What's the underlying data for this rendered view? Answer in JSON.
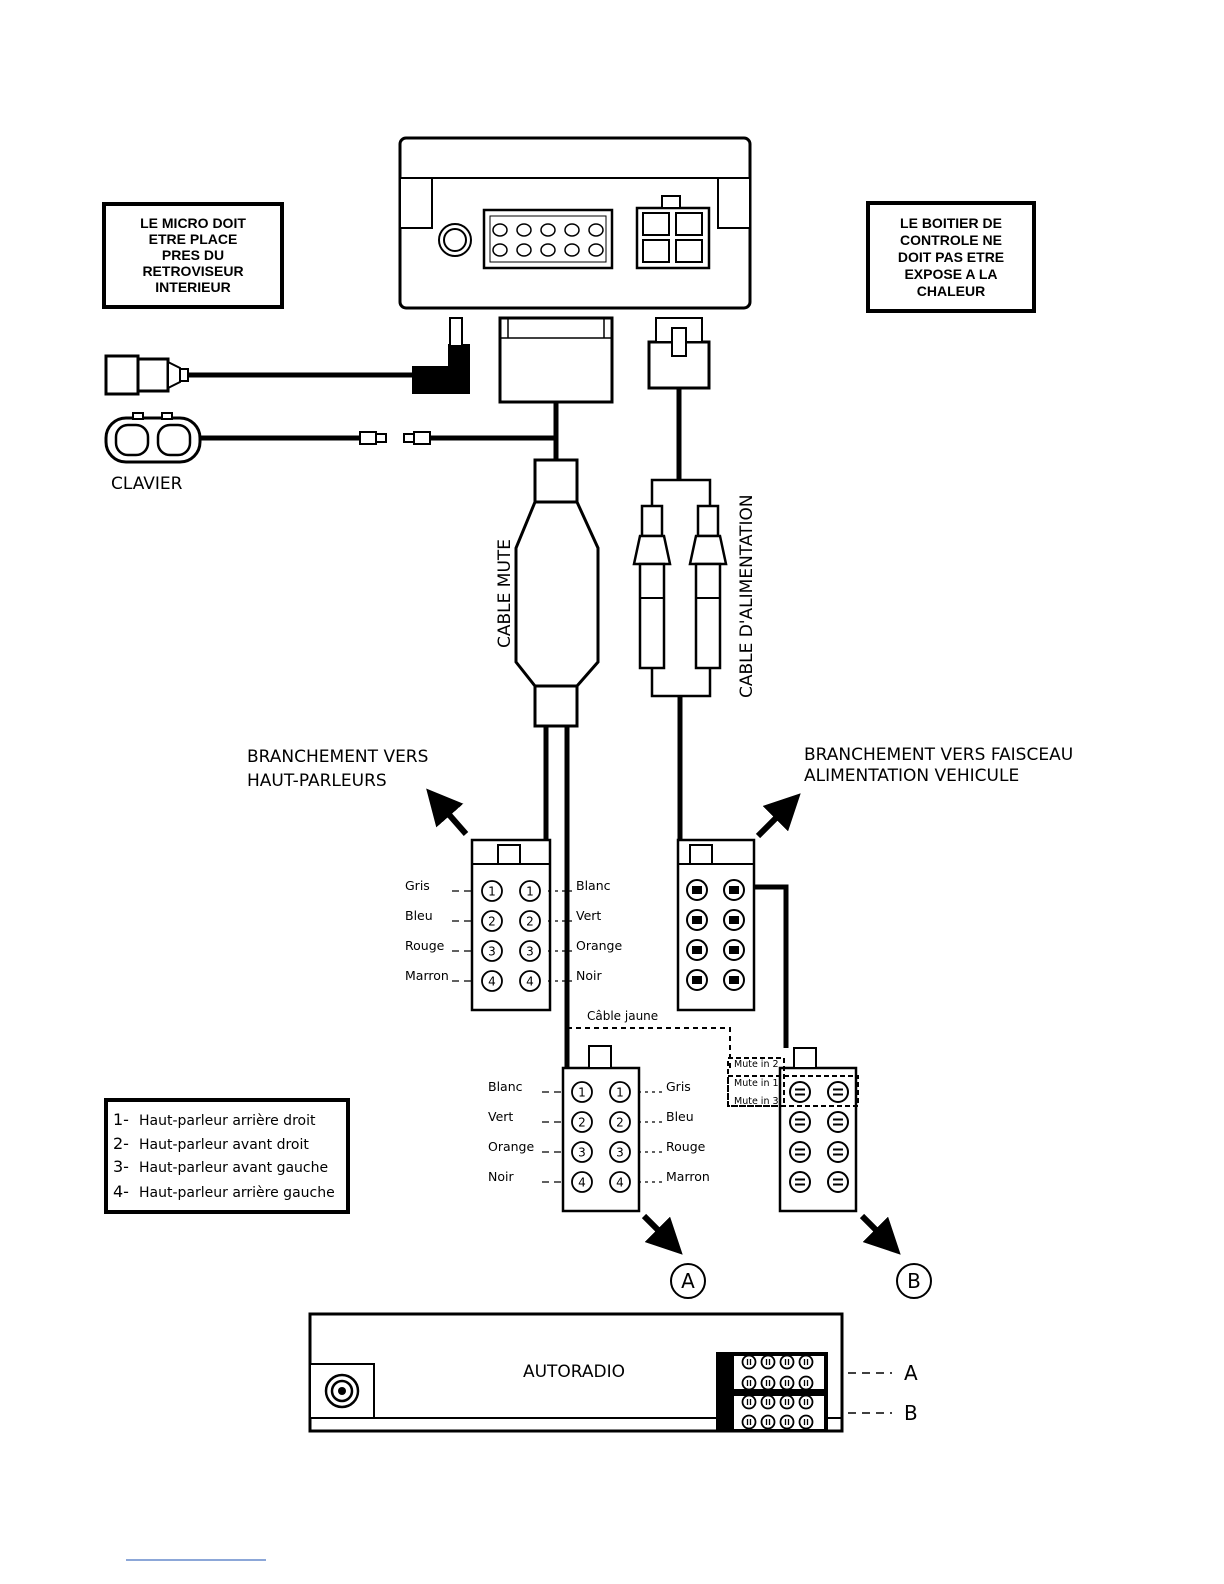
{
  "notes": {
    "micro": [
      "LE MICRO DOIT",
      "ETRE PLACE",
      "PRES DU",
      "RETROVISEUR",
      "INTERIEUR"
    ],
    "boitier": [
      "LE BOITIER DE",
      "CONTROLE NE",
      "DOIT PAS ETRE",
      "EXPOSE A LA",
      "CHALEUR"
    ]
  },
  "clavier_label": "CLAVIER",
  "cable_mute_label": "CABLE MUTE",
  "cable_alim_label": "CABLE D'ALIMENTATION",
  "branchement_hp": [
    "BRANCHEMENT VERS",
    "HAUT-PARLEURS"
  ],
  "branchement_alim": [
    "BRANCHEMENT VERS FAISCEAU",
    "ALIMENTATION VEHICULE"
  ],
  "hp_connector": {
    "left": [
      "Gris",
      "Bleu",
      "Rouge",
      "Marron"
    ],
    "right": [
      "Blanc",
      "Vert",
      "Orange",
      "Noir"
    ],
    "pins": [
      "1",
      "2",
      "3",
      "4"
    ]
  },
  "a_connector": {
    "left": [
      "Blanc",
      "Vert",
      "Orange",
      "Noir"
    ],
    "right": [
      "Gris",
      "Bleu",
      "Rouge",
      "Marron"
    ],
    "pins": [
      "1",
      "2",
      "3",
      "4"
    ]
  },
  "cable_jaune": "Câble jaune",
  "mute_labels": [
    "Mute in 2",
    "Mute in 1",
    "Mute in 3"
  ],
  "legend": [
    {
      "num": "1-",
      "text": "Haut-parleur arrière droit"
    },
    {
      "num": "2-",
      "text": "Haut-parleur avant droit"
    },
    {
      "num": "3-",
      "text": "Haut-parleur avant gauche"
    },
    {
      "num": "4-",
      "text": "Haut-parleur arrière gauche"
    }
  ],
  "marker_a": "A",
  "marker_b": "B",
  "autoradio_label": "AUTORADIO",
  "autoradio_a": "A",
  "autoradio_b": "B"
}
